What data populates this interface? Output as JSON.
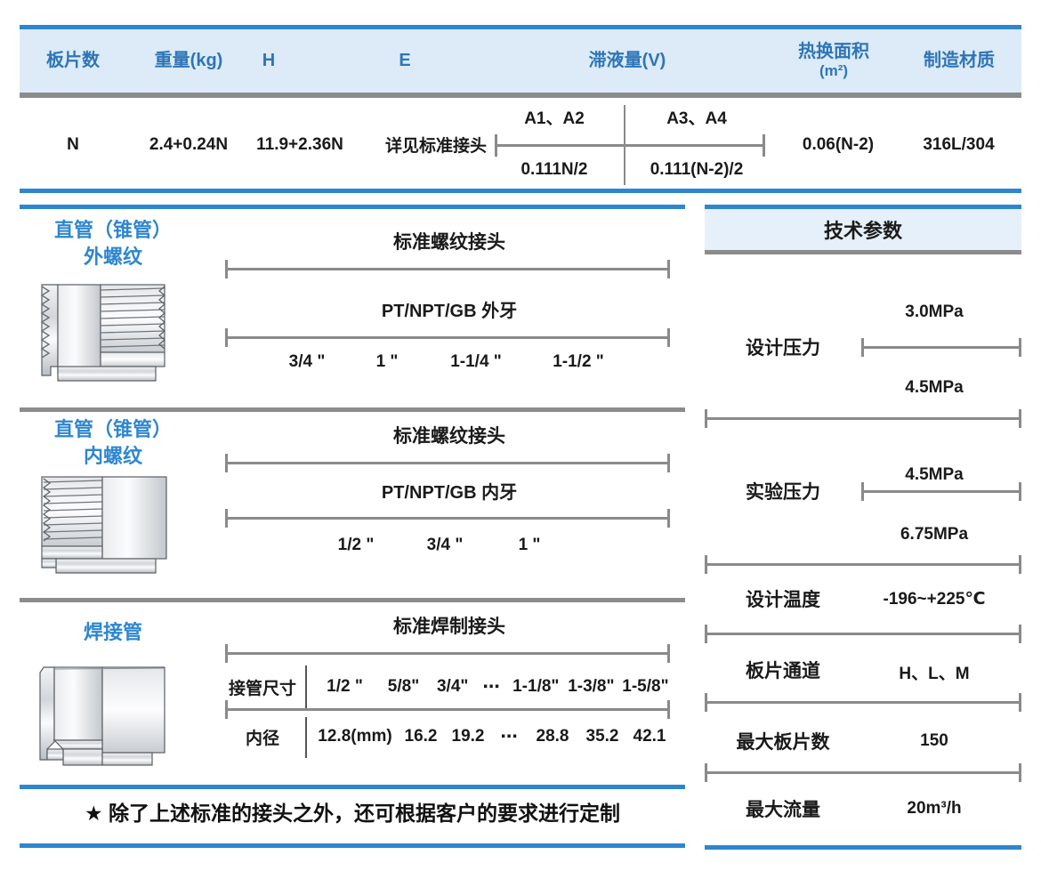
{
  "spec_table": {
    "headers": [
      {
        "label": "板片数"
      },
      {
        "label": "重量(kg)"
      },
      {
        "label": "H"
      },
      {
        "label": "E"
      },
      {
        "label": "滞液量(V)"
      },
      {
        "label": "热换面积",
        "sub": "(m²)"
      },
      {
        "label": "制造材质"
      }
    ],
    "row": {
      "plate_count": "N",
      "weight": "2.4+0.24N",
      "h": "11.9+2.36N",
      "e": "详见标准接头",
      "heat_area": "0.06(N-2)",
      "material": "316L/304"
    },
    "holdup": {
      "left_top": "A1、A2",
      "right_top": "A3、A4",
      "left_bottom": "0.111N/2",
      "right_bottom": "0.111(N-2)/2"
    }
  },
  "connections": [
    {
      "title_line1": "直管（锥管）",
      "title_line2": "外螺纹",
      "heading": "标准螺纹接头",
      "sub": "PT/NPT/GB 外牙",
      "sizes": [
        "3/4 \"",
        "1 \"",
        "1-1/4 \"",
        "1-1/2 \""
      ]
    },
    {
      "title_line1": "直管（锥管）",
      "title_line2": "内螺纹",
      "heading": "标准螺纹接头",
      "sub": "PT/NPT/GB 内牙",
      "sizes": [
        "1/2 \"",
        "3/4 \"",
        "1 \""
      ]
    },
    {
      "title_line1": "焊接管",
      "title_line2": "",
      "heading": "标准焊制接头",
      "row1_label": "接管尺寸",
      "row1_values": [
        "1/2 \"",
        "5/8\"",
        "3/4\"",
        "⋯",
        "1-1/8\"",
        "1-3/8\"",
        "1-5/8\""
      ],
      "row2_label": "内径",
      "row2_values": [
        "12.8(mm)",
        "16.2",
        "19.2",
        "⋯",
        "28.8",
        "35.2",
        "42.1"
      ]
    }
  ],
  "note": "★ 除了上述标准的接头之外，还可根据客户的要求进行定制",
  "tech_panel": {
    "title": "技术参数",
    "rows": [
      {
        "label": "设计压力",
        "value_top": "3.0MPa",
        "value_bottom": "4.5MPa"
      },
      {
        "label": "实验压力",
        "value_top": "4.5MPa",
        "value_bottom": "6.75MPa"
      },
      {
        "label": "设计温度",
        "value": "-196~+225℃"
      },
      {
        "label": "板片通道",
        "value": "H、L、M"
      },
      {
        "label": "最大板片数",
        "value": "150"
      },
      {
        "label": "最大流量",
        "value": "20m³/h"
      }
    ]
  },
  "colors": {
    "accent_blue": "#2e86d0",
    "header_text_blue": "#2e75b6",
    "header_fill": "#dcebf7",
    "panel_fill": "#e6f0fa",
    "rule_gray": "#8c8c8c"
  }
}
